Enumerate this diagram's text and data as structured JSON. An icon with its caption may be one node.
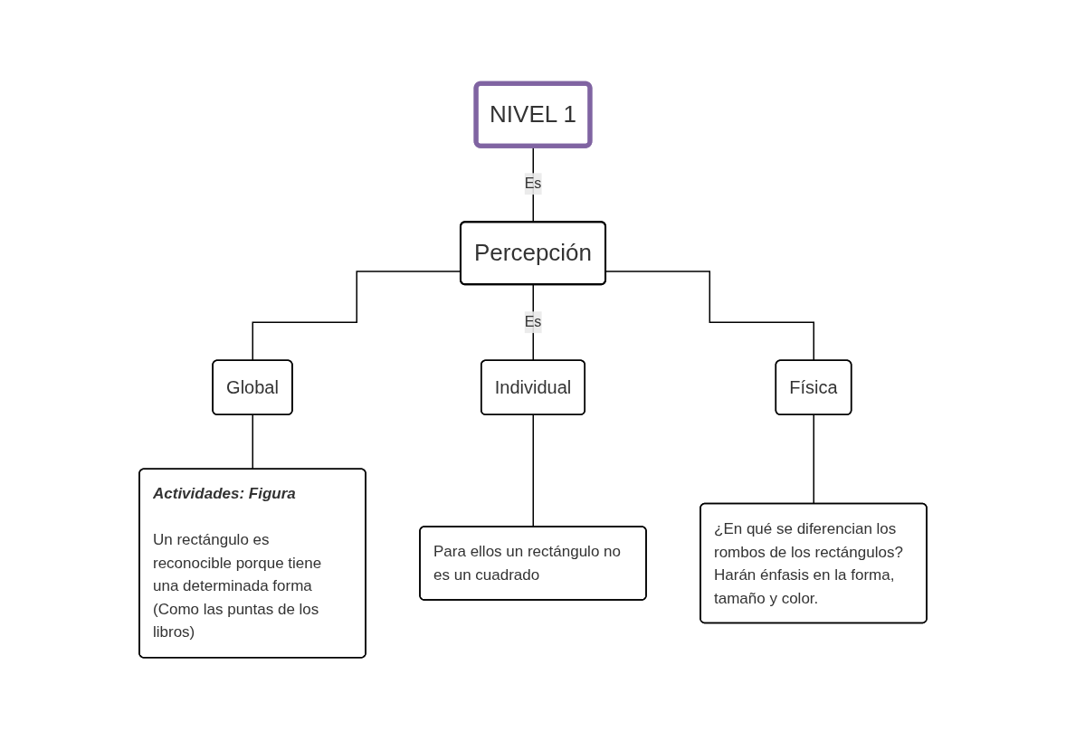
{
  "diagram": {
    "nodes": [
      {
        "text": [
          "NIVEL 1"
        ]
      },
      {
        "text": [
          "Percepción"
        ]
      },
      {
        "text": [
          "Global"
        ]
      },
      {
        "text": [
          "Individual"
        ]
      },
      {
        "text": [
          "Física"
        ]
      },
      {
        "text": [
          "Actividades: Figura",
          "Un rectángulo es reconocible porque tiene una determinada forma (Como las puntas de los libros)"
        ]
      },
      {
        "text": [
          "Para ellos un rectángulo no es un cuadrado"
        ]
      },
      {
        "text": [
          "¿En qué se diferencian los rombos de los rectángulos? Harán énfasis en la forma, tamaño y color."
        ]
      }
    ],
    "edges": [
      {
        "from": 0,
        "to": 1,
        "arrow": "none",
        "label": "Es"
      },
      {
        "from": 1,
        "to": 2,
        "arrow": "none"
      },
      {
        "from": 1,
        "to": 3,
        "arrow": "none",
        "label": "Es"
      },
      {
        "from": 1,
        "to": 4,
        "arrow": "none"
      },
      {
        "from": 2,
        "to": 5,
        "arrow": "none"
      },
      {
        "from": 3,
        "to": 6,
        "arrow": "none"
      },
      {
        "from": 4,
        "to": 7,
        "arrow": "none"
      }
    ]
  }
}
